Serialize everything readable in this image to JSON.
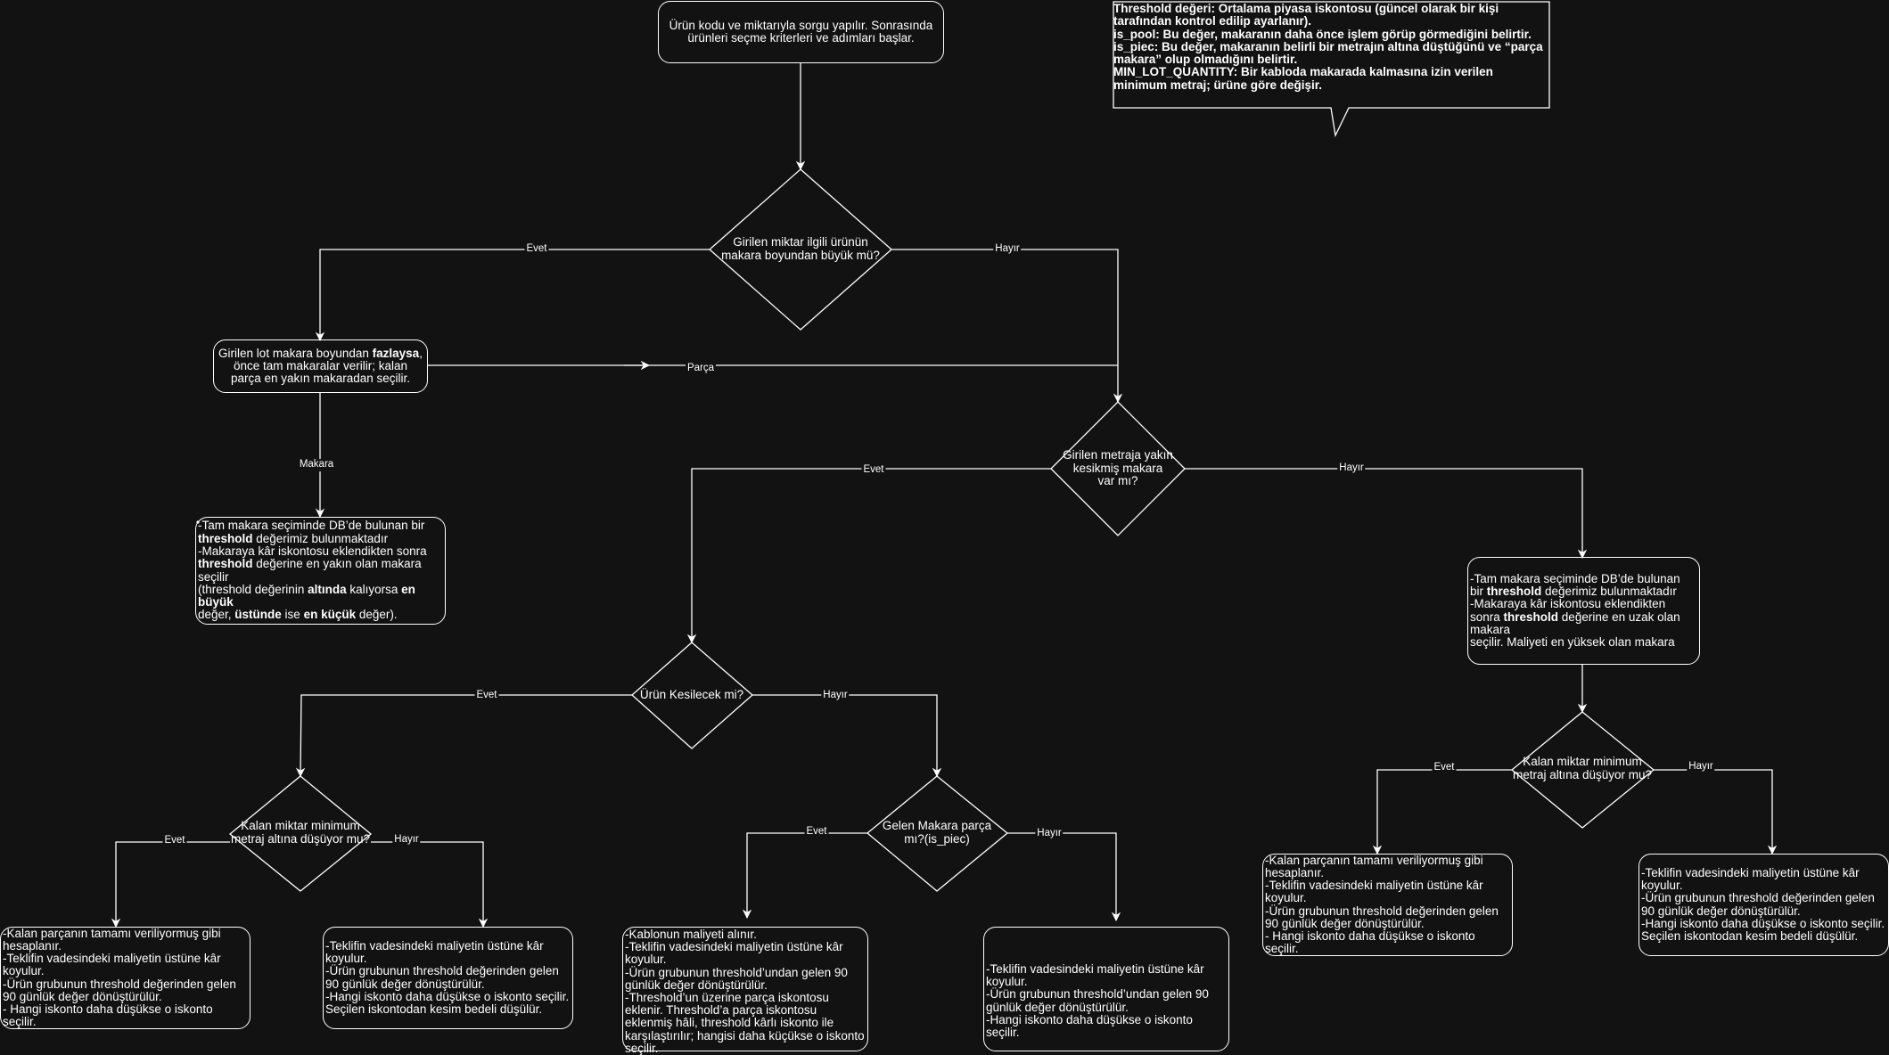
{
  "callout": {
    "text": "Threshold değeri: Ortalama piyasa iskontosu (güncel olarak bir kişi tarafından kontrol edilip ayarlanır).\n is_pool: Bu değer, makaranın daha önce işlem görüp görmediğini belirtir.\n is_piec: Bu değer, makaranın belirli bir metrajın altına düştüğünü ve “parça makara” olup olmadığını belirtir.\nMIN_LOT_QUANTITY: Bir kabloda makarada kalmasına izin verilen minimum metraj; ürüne göre değişir."
  },
  "nodes": {
    "start": "Ürün kodu ve miktarıyla sorgu yapılır. Sonrasında ürünleri seçme kriterleri ve adımları başlar.",
    "lot_select": {
      "part1": "Girilen lot makara boyundan ",
      "bold1": "fazlaysa",
      "part2": ", önce tam makaralar verilir; kalan parça en yakın makaradan seçilir."
    },
    "full_left": {
      "l1": "-Tam makara seçiminde DB’de bulunan bir",
      "l2b": "threshold",
      "l2": " değerimiz bulunmaktadır",
      "l3": "-Makaraya kâr iskontosu eklendikten sonra",
      "l4b": "threshold",
      "l4": " değerine en yakın olan makara seçilir",
      "l5a": "(threshold değerinin ",
      "l5b1": "altında",
      "l5c": " kalıyorsa ",
      "l5b2": "en büyük",
      "l6a": "değer, ",
      "l6b1": "üstünde",
      "l6c": " ise ",
      "l6b2": "en küçük",
      "l6d": " değer)."
    },
    "full_right": {
      "l1": "-Tam makara seçiminde DB’de bulunan",
      "l2a": "bir ",
      "l2b": "threshold",
      "l2": " değerimiz bulunmaktadır",
      "l3": "-Makaraya kâr iskontosu eklendikten",
      "l4a": "sonra ",
      "l4b": "threshold",
      "l4": " değerine en uzak olan makara",
      "l5": "seçilir. Maliyeti en yüksek olan makara"
    },
    "leaf_a": "-Kalan parçanın tamamı veriliyormuş gibi hesaplanır.\n-Teklifin vadesindeki maliyetin üstüne kâr koyulur.\n-Ürün grubunun threshold değerinden gelen 90 günlük değer dönüştürülür.\n- Hangi iskonto daha düşükse o iskonto seçilir.",
    "leaf_b": "-Teklifin vadesindeki maliyetin üstüne kâr koyulur.\n-Ürün grubunun threshold değerinden gelen 90 günlük değer dönüştürülür.\n-Hangi iskonto daha düşükse o iskonto seçilir.\nSeçilen iskontodan kesim bedeli düşülür.",
    "leaf_c": "-Kablonun maliyeti alınır.\n-Teklifin vadesindeki maliyetin üstüne kâr koyulur.\n-Ürün grubunun threshold’undan gelen 90 günlük değer dönüştürülür.\n-Threshold’un üzerine parça iskontosu eklenir. Threshold’a parça iskontosu eklenmiş hâli, threshold kârlı iskonto ile karşılaştırılır; hangisi daha küçükse o iskonto seçilir.",
    "leaf_d": "-Teklifin vadesindeki maliyetin üstüne kâr koyulur.\n-Ürün grubunun threshold’undan gelen 90 günlük değer dönüştürülür.\n-Hangi iskonto daha düşükse o iskonto seçilir.",
    "leaf_e": "-Kalan parçanın tamamı veriliyormuş gibi hesaplanır.\n-Teklifin vadesindeki maliyetin üstüne kâr koyulur.\n-Ürün grubunun threshold değerinden gelen 90 günlük değer dönüştürülür.\n- Hangi iskonto daha düşükse o iskonto seçilir.",
    "leaf_f": "-Teklifin vadesindeki maliyetin üstüne kâr koyulur.\n-Ürün grubunun threshold değerinden gelen 90 günlük değer dönüştürülür.\n-Hangi iskonto daha düşükse o iskonto seçilir.\nSeçilen iskontodan kesim bedeli düşülür."
  },
  "decisions": {
    "d1": "Girilen miktar ilgili ürünün makara boyundan büyük mü?",
    "d2": "Girilen metraja yakın kesikmiş makara\nvar mı?",
    "d3": "Ürün Kesilecek mi?",
    "d4": "Kalan miktar minimum metraj altına düşüyor mu?",
    "d5": "Gelen Makara parça mı?(is_piec)",
    "d6": "Kalan miktar minimum metraj altına düşüyor mu?"
  },
  "edge_labels": {
    "yes": "Evet",
    "no": "Hayır",
    "piece": "Parça",
    "reel": "Makara"
  }
}
